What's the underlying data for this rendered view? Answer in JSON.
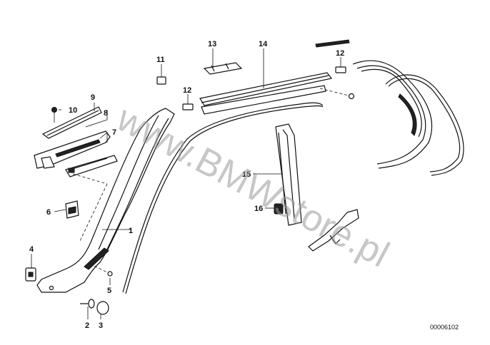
{
  "diagram": {
    "watermark": "www.BMWstore.pl",
    "reference_number": "00006102",
    "callouts": [
      "1",
      "2",
      "3",
      "4",
      "5",
      "6",
      "7",
      "8",
      "9",
      "10",
      "11",
      "12",
      "12",
      "13",
      "14",
      "15",
      "16"
    ]
  }
}
